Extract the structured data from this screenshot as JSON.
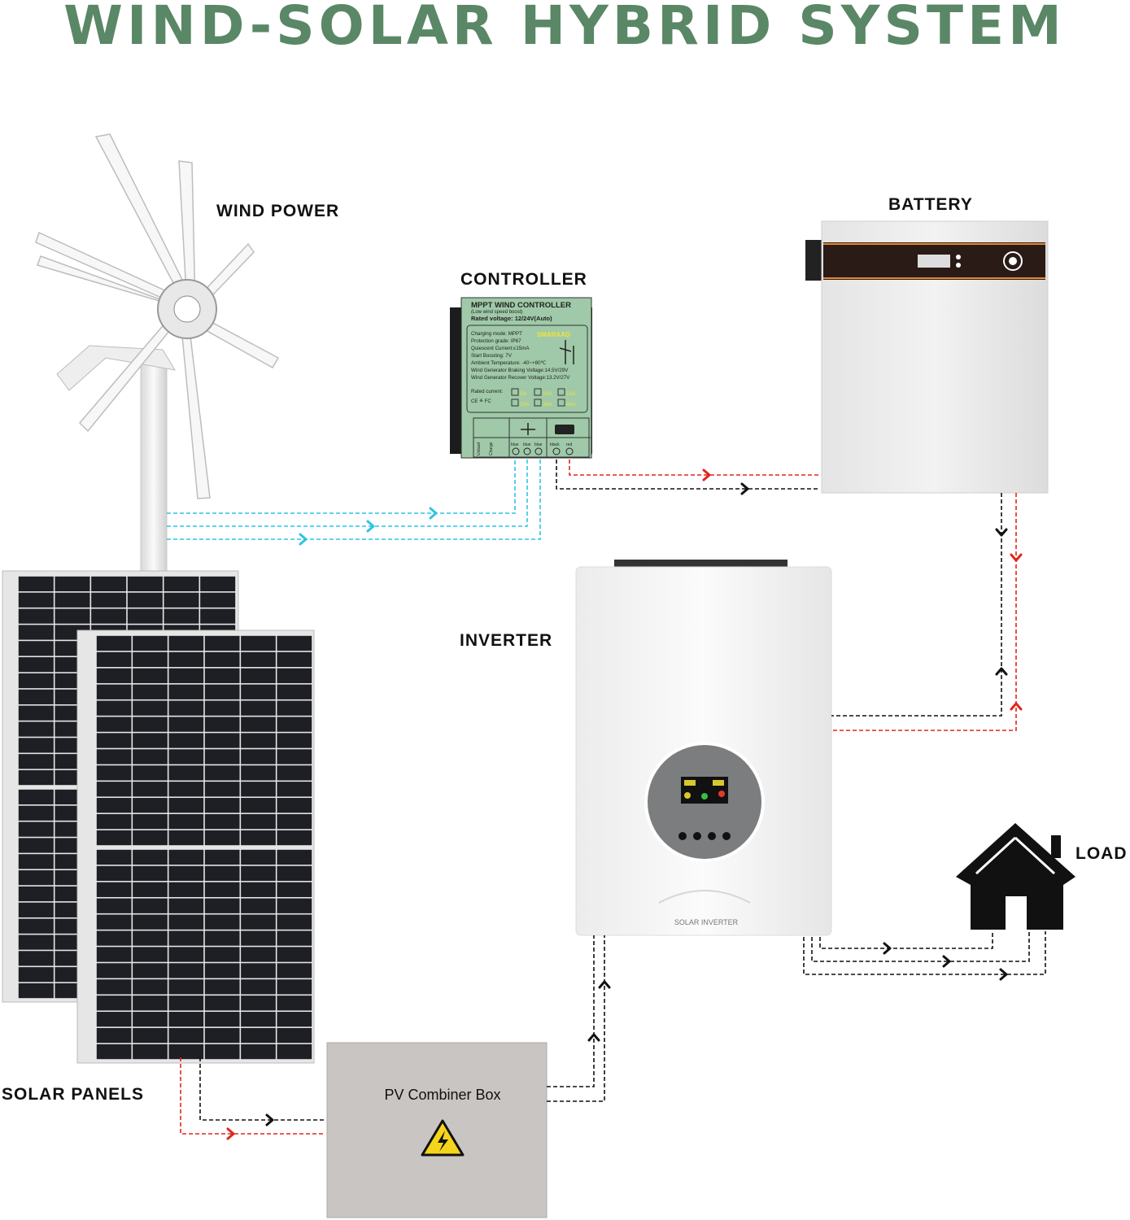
{
  "title": "WIND-SOLAR HYBRID SYSTEM",
  "labels": {
    "wind_power": "WIND POWER",
    "controller": "CONTROLLER",
    "battery": "BATTERY",
    "inverter": "INVERTER",
    "load": "LOAD",
    "solar_panels": "SOLAR PANELS"
  },
  "combiner_box": {
    "label": "PV Combiner Box",
    "icon": "high-voltage-warning-icon"
  },
  "controller_panel": {
    "heading": "MPPT WIND CONTROLLER",
    "subheading": "(Low wind speed boost)",
    "rated_voltage": "Rated voltage: 12/24V(Auto)",
    "brand": "SMARAAD",
    "specs": [
      "Charging mode: MPPT",
      "Protection grade: IP67",
      "Quiescent Current:≤15mA",
      "Start Boosting:  7V",
      "Ambient Temperature: -40~+80℃",
      "Wind Generator Braking Voltage:14.5V/29V",
      "Wind Generator Recover Voltage:13.2V/27V"
    ],
    "rated_current_label": "Rated  current:",
    "current_options": [
      "5A",
      "10A",
      "15A",
      "20A",
      "30A",
      "40A"
    ],
    "certs": "CE ≚ FC",
    "terminals": [
      "Unload",
      "Charge",
      "blue",
      "blue",
      "blue",
      "black",
      "red"
    ]
  },
  "inverter_brand": "SOLAR INVERTER",
  "colors": {
    "title": "#5a8766",
    "wind_wire": "#2ec4e6",
    "positive_wire": "#e0261e",
    "negative_wire": "#111111",
    "controller_panel": "#9fc9a8",
    "battery_band": "#2a1b17",
    "battery_accent": "#e58a2c",
    "combiner_box": "#c9c5c3"
  }
}
